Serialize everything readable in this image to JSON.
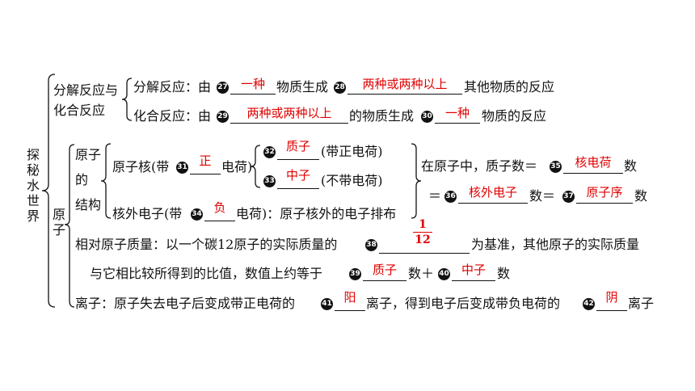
{
  "labels": {
    "root": "探秘水世界",
    "atom": "原子",
    "decomp_group": "分解反应与化合反应",
    "decomp_group_l1": "分解反应与",
    "decomp_group_l2": "化合反应",
    "structure_l1": "原子",
    "structure_l2": "的",
    "structure_l3": "结构"
  },
  "rows": {
    "decomp_a": "分解反应：由",
    "decomp_b": "物质生成",
    "decomp_c": "其他物质的反应",
    "comb_a": "化合反应：由",
    "comb_b": "的物质生成",
    "comb_c": "物质的反应",
    "nucleus_a": "原子核(带",
    "nucleus_b": "电荷)",
    "proton_note": "(带正电荷)",
    "neutron_note": "(不带电荷)",
    "electron_a": "核外电子(带",
    "electron_b": "电荷)：原子核外的电子排布",
    "in_atom": "在原子中，质子数＝",
    "shu": "数",
    "eq": "＝",
    "shu_eq": "数＝",
    "mass_a": "相对原子质量：以一个碳12原子的实际质量的",
    "mass_b": "为基准，其他原子的实际质量",
    "mass_c": "与它相比较所得到的比值，数值上约等于",
    "plus": "数＋",
    "ion_a": "离子：原子失去电子后变成带正电荷的",
    "ion_b": "离子，得到电子后变成带负电荷的",
    "ion_c": "离子"
  },
  "blanks": {
    "n27": {
      "num": "27",
      "answer": "一种"
    },
    "n28": {
      "num": "28",
      "answer": "两种或两种以上"
    },
    "n29": {
      "num": "29",
      "answer": "两种或两种以上"
    },
    "n30": {
      "num": "30",
      "answer": "一种"
    },
    "n31": {
      "num": "31",
      "answer": "正"
    },
    "n32": {
      "num": "32",
      "answer": "质子"
    },
    "n33": {
      "num": "33",
      "answer": "中子"
    },
    "n34": {
      "num": "34",
      "answer": "负"
    },
    "n35": {
      "num": "35",
      "answer": "核电荷"
    },
    "n36": {
      "num": "36",
      "answer": "核外电子"
    },
    "n37": {
      "num": "37",
      "answer": "原子序"
    },
    "n38": {
      "num": "38",
      "numerator": "1",
      "denominator": "12"
    },
    "n39": {
      "num": "39",
      "answer": "质子"
    },
    "n40": {
      "num": "40",
      "answer": "中子"
    },
    "n41": {
      "num": "41",
      "answer": "阳"
    },
    "n42": {
      "num": "42",
      "answer": "阴"
    }
  },
  "colors": {
    "answer": "#e00000",
    "text": "#111111"
  }
}
